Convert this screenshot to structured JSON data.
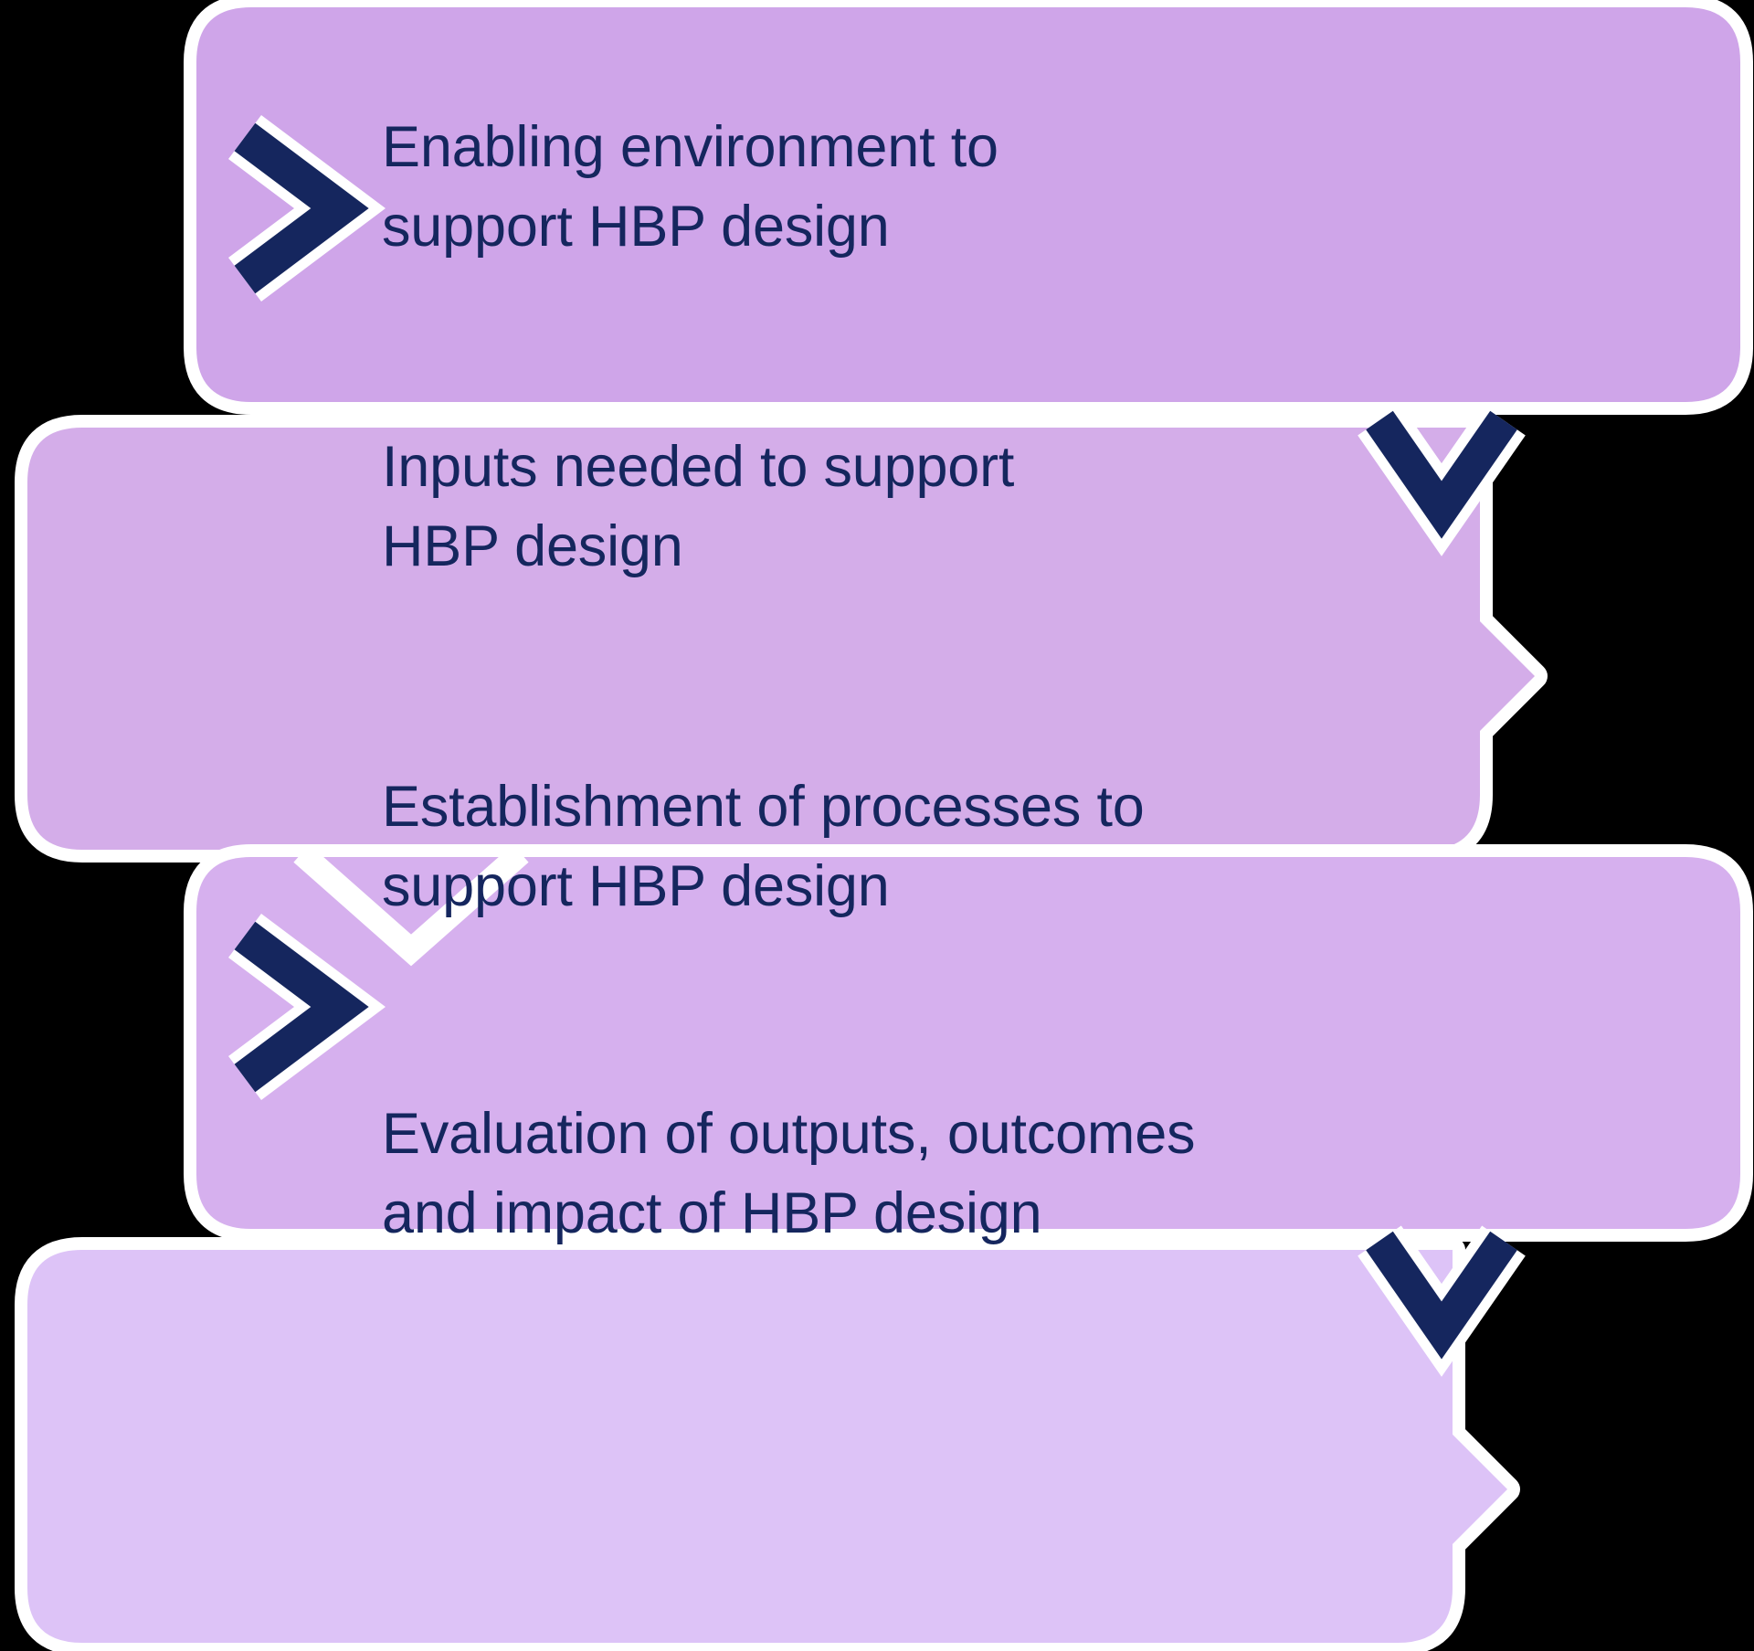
{
  "diagram": {
    "type": "process-flow",
    "title": "HBP design process flow",
    "orientation": "vertical-zigzag",
    "background_color": "#000000",
    "steps": [
      {
        "index": 1,
        "text": "Enabling environment to\nsupport HBP design",
        "fill": "#cfa5e9",
        "align": "right-offset",
        "connector_in": "chevron-right",
        "connector_out": "chevron-down"
      },
      {
        "index": 2,
        "text": "Inputs needed to support\nHBP design",
        "fill": "#d4ade9",
        "align": "left-offset",
        "connector_in": "chevron-down",
        "connector_out": "chevron-down"
      },
      {
        "index": 3,
        "text": "Establishment of processes to\nsupport HBP design",
        "fill": "#d6b0ee",
        "align": "right-offset",
        "connector_in": "chevron-right",
        "connector_out": "chevron-down"
      },
      {
        "index": 4,
        "text": "Evaluation of outputs, outcomes\nand impact of HBP design",
        "fill": "#ddc3f7",
        "align": "left-offset",
        "connector_in": "chevron-down",
        "connector_out": "none"
      }
    ],
    "colors": {
      "text_navy": "#15265e",
      "chevron_navy": "#15265e",
      "outline_white": "#ffffff",
      "background": "#000000"
    },
    "icons": {
      "chevron_right": "chevron-right-icon",
      "chevron_down": "chevron-down-icon"
    }
  }
}
